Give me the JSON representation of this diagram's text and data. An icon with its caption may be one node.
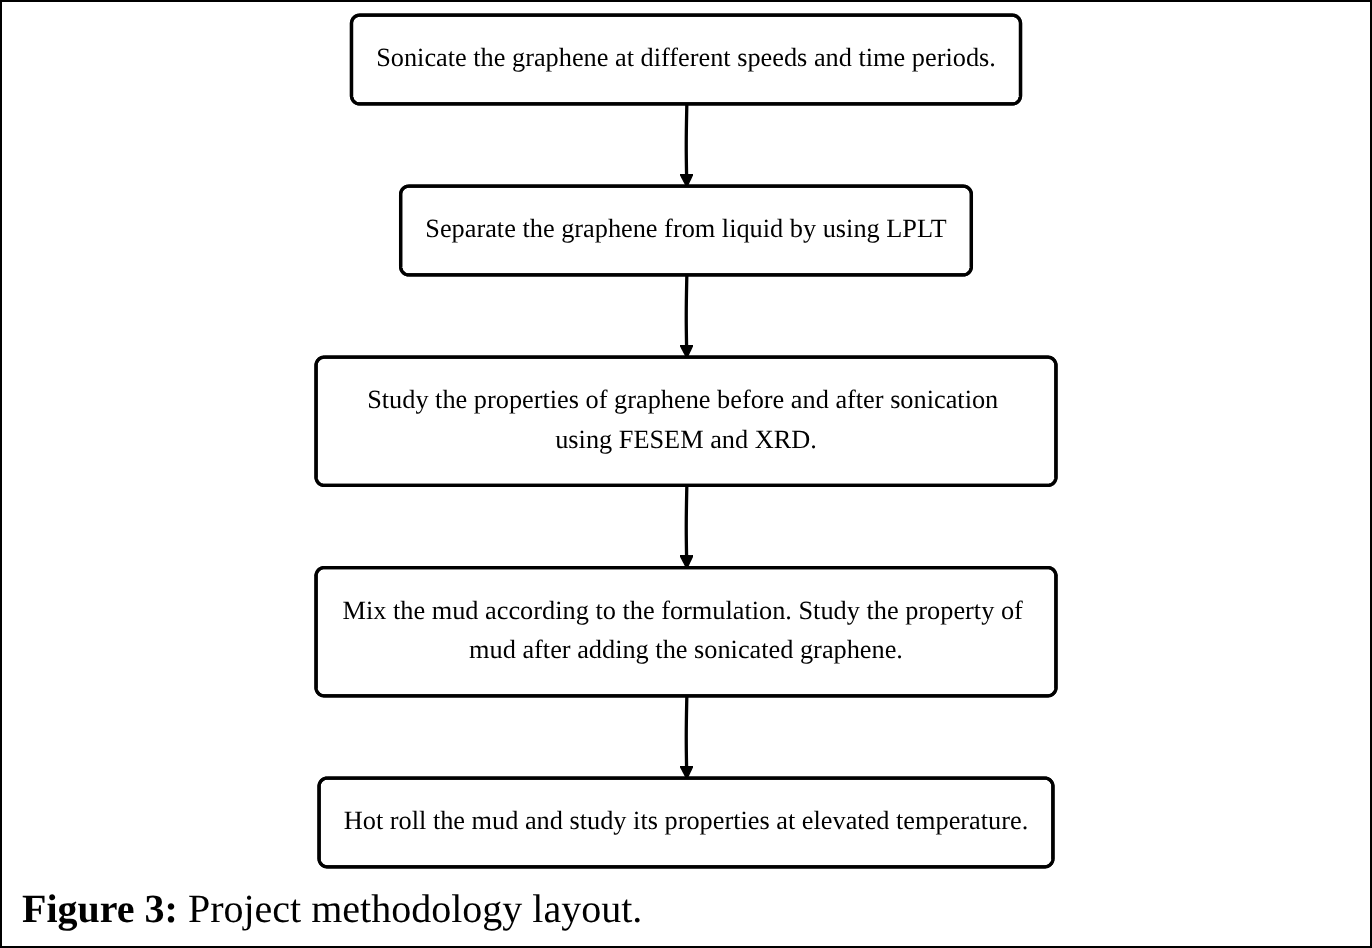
{
  "diagram": {
    "caption": "**Figure 3:** Project methodology layout.",
    "nodes": [
      {
        "text": [
          "Sonicate the graphene at different speeds and time periods."
        ]
      },
      {
        "text": [
          "Separate the graphene from liquid by using LPLT"
        ]
      },
      {
        "text": [
          "Study the properties of graphene before and after sonication using FESEM and XRD."
        ]
      },
      {
        "text": [
          "Mix the mud according to the formulation. Study the property of mud after adding the sonicated graphene."
        ]
      },
      {
        "text": [
          "Hot roll the mud and study its properties at elevated temperature."
        ]
      }
    ],
    "edges": [
      {
        "from": 0,
        "to": 1,
        "arrow": "to"
      },
      {
        "from": 1,
        "to": 2,
        "arrow": "to"
      },
      {
        "from": 2,
        "to": 3,
        "arrow": "to"
      },
      {
        "from": 3,
        "to": 4,
        "arrow": "to"
      }
    ]
  }
}
